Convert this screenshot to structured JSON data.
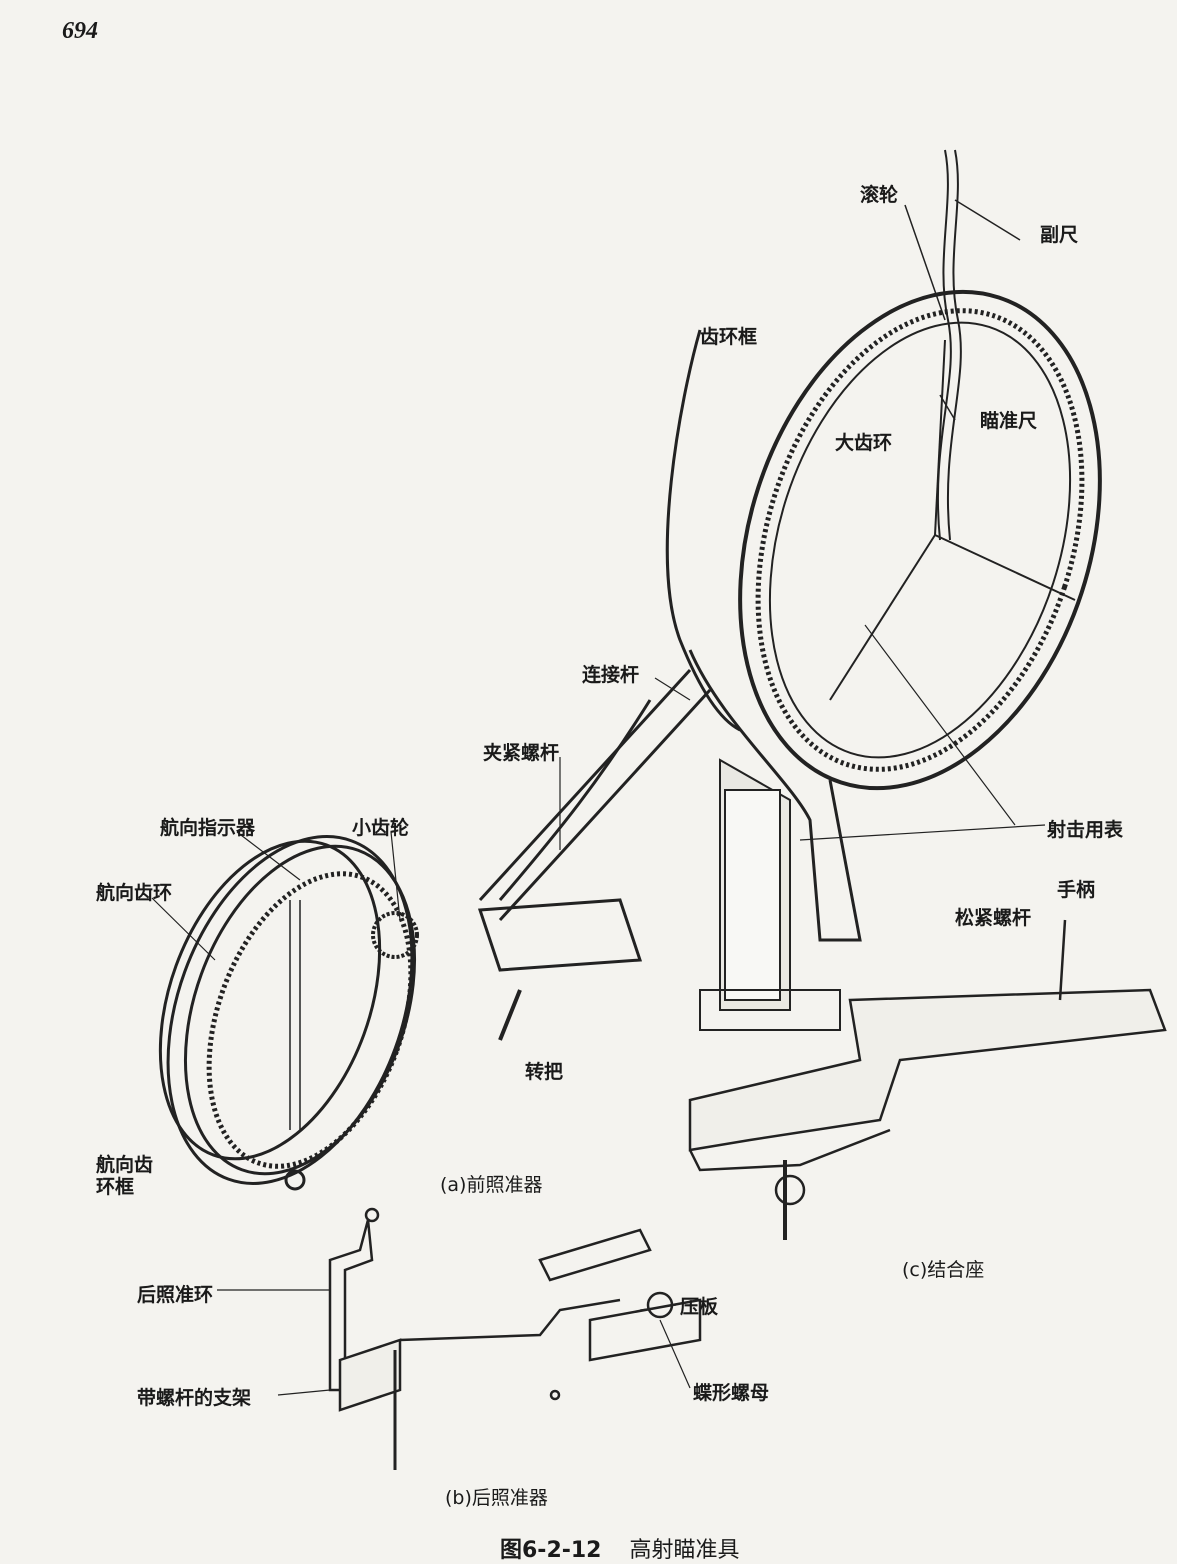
{
  "page_number": "694",
  "labels": {
    "roller": "滚轮",
    "vernier": "副尺",
    "gear_ring_frame": "齿环框",
    "sight_scale": "瞄准尺",
    "large_gear_ring": "大齿环",
    "connecting_rod": "连接杆",
    "clamp_screw": "夹紧螺杆",
    "heading_indicator": "航向指示器",
    "pinion": "小齿轮",
    "firing_table": "射击用表",
    "heading_gear_ring": "航向齿环",
    "tension_screw": "松紧螺杆",
    "handle": "手柄",
    "turn_handle": "转把",
    "heading_gear_ring_frame_1": "航向齿",
    "heading_gear_ring_frame_2": "环框",
    "rear_sight_ring": "后照准环",
    "pressure_plate": "压板",
    "bracket_with_screw": "带螺杆的支架",
    "wing_nut": "蝶形螺母"
  },
  "subfigures": {
    "a": "(a)前照准器",
    "b": "(b)后照准器",
    "c": "(c)结合座"
  },
  "caption": {
    "number": "图6-2-12",
    "title": "高射瞄准具"
  }
}
